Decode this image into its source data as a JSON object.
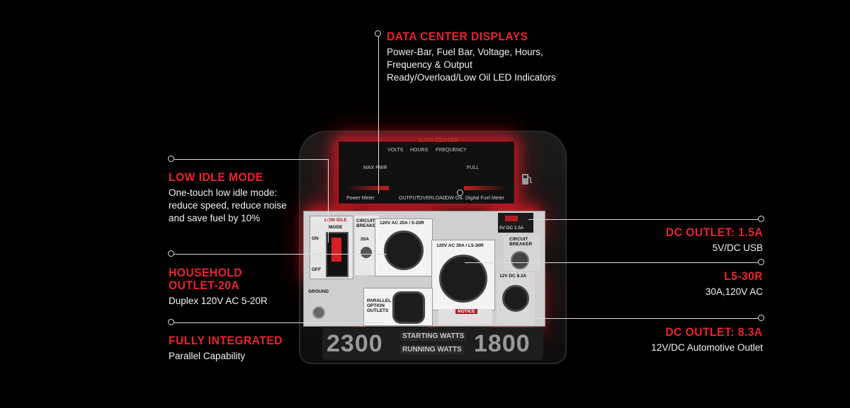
{
  "callouts": {
    "data_center": {
      "title": "DATA CENTER DISPLAYS",
      "desc": "Power-Bar, Fuel Bar, Voltage, Hours,\nFrequency & Output\nReady/Overload/Low Oil LED Indicators"
    },
    "low_idle": {
      "title": "LOW IDLE MODE",
      "desc": "One-touch low idle mode:\nreduce speed, reduce noise\nand save fuel by 10%"
    },
    "household": {
      "title": "HOUSEHOLD\nOUTLET-20A",
      "desc": "Duplex 120V AC 5-20R"
    },
    "integrated": {
      "title": "FULLY INTEGRATED",
      "desc": "Parallel Capability"
    },
    "dc_usb": {
      "title": "DC OUTLET: 1.5A",
      "desc": "5V/DC USB"
    },
    "l530r": {
      "title": "L5-30R",
      "desc": "30A,120V AC"
    },
    "dc_auto": {
      "title": "DC OUTLET: 8.3A",
      "desc": "12V/DC Automotive Outlet"
    }
  },
  "panel": {
    "data_center_head": "DATA CENTER",
    "volts": "VOLTS",
    "hours": "HOURS",
    "frequency": "FREQUENCY",
    "max_pwr": "MAX PWR",
    "full": "FULL",
    "power_meter": "Power Meter",
    "output": "OUTPUT",
    "overload": "OVERLOAD",
    "low_oil": "LOW OIL",
    "fuel_meter": "Digital Fuel Meter",
    "low_idle": "LOW IDLE",
    "mode": "MODE",
    "on": "ON",
    "off": "OFF",
    "circuit_breaker": "CIRCUIT\nBREAKER",
    "amps_20": "20A",
    "outlet_20a": "120V AC 20A / 5-20R",
    "outlet_30a": "120V AC 30A / L5-30R",
    "usb_label": "5V DC 1.5A",
    "dc_circuit": "CIRCUIT\nBREAKER",
    "dc_12v": "12V DC 8.3A",
    "ground": "GROUND",
    "parallel": "PARALLEL\nOPTION\nOUTLETS",
    "notice": "NOTICE",
    "starting_watts_num": "2300",
    "starting_watts": "STARTING WATTS",
    "running_watts": "RUNNING WATTS",
    "running_watts_num": "1800"
  },
  "colors": {
    "accent": "#e8232b",
    "background": "#000000"
  }
}
